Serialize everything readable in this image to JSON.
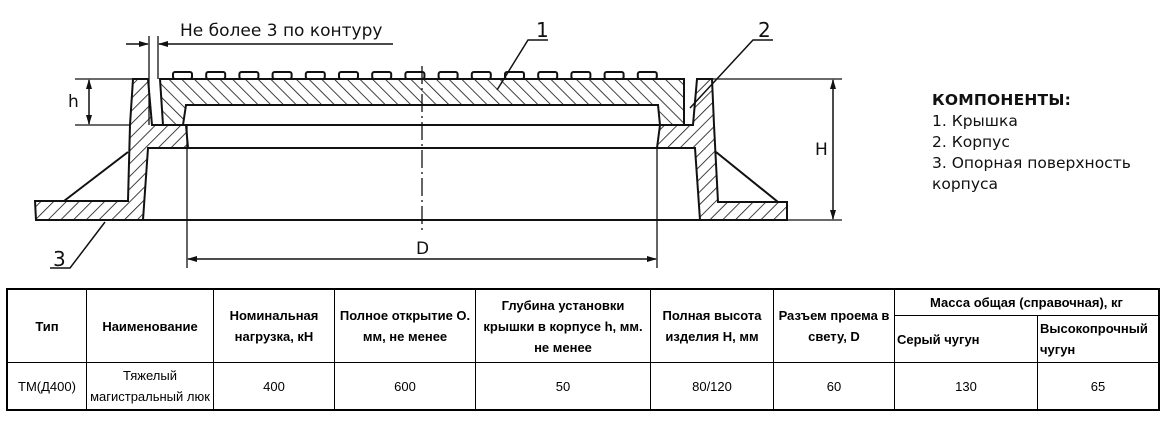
{
  "drawing": {
    "annotation_gap": "Не более 3 по контуру",
    "callouts": [
      "1",
      "2",
      "3"
    ],
    "dimensions": {
      "h": "h",
      "H": "H",
      "D": "D"
    }
  },
  "components": {
    "title": "КОМПОНЕНТЫ:",
    "items": [
      "1. Крышка",
      "2. Корпус",
      "3. Опорная поверхность корпуса"
    ]
  },
  "table": {
    "headers": {
      "type": "Тип",
      "name": "Наименование",
      "load": "Номинальная нагрузка, кН",
      "opening": "Полное открытие О. мм, не менее",
      "depth": "Глубина установки крышки в корпусе h, мм. не менее",
      "height": "Полная высота изделия Н, мм",
      "clear": "Разъем проема в свету, D",
      "mass": "Масса общая (справочная), кг",
      "mass_grey": "Серый чугун",
      "mass_ductile": "Высокопрочный чугун"
    },
    "rows": [
      {
        "type": "ТМ(Д400)",
        "name": "Тяжелый магистральный люк",
        "load": "400",
        "opening": "600",
        "depth": "50",
        "height": "80/120",
        "clear": "60",
        "mass_grey": "130",
        "mass_ductile": "65"
      }
    ]
  }
}
